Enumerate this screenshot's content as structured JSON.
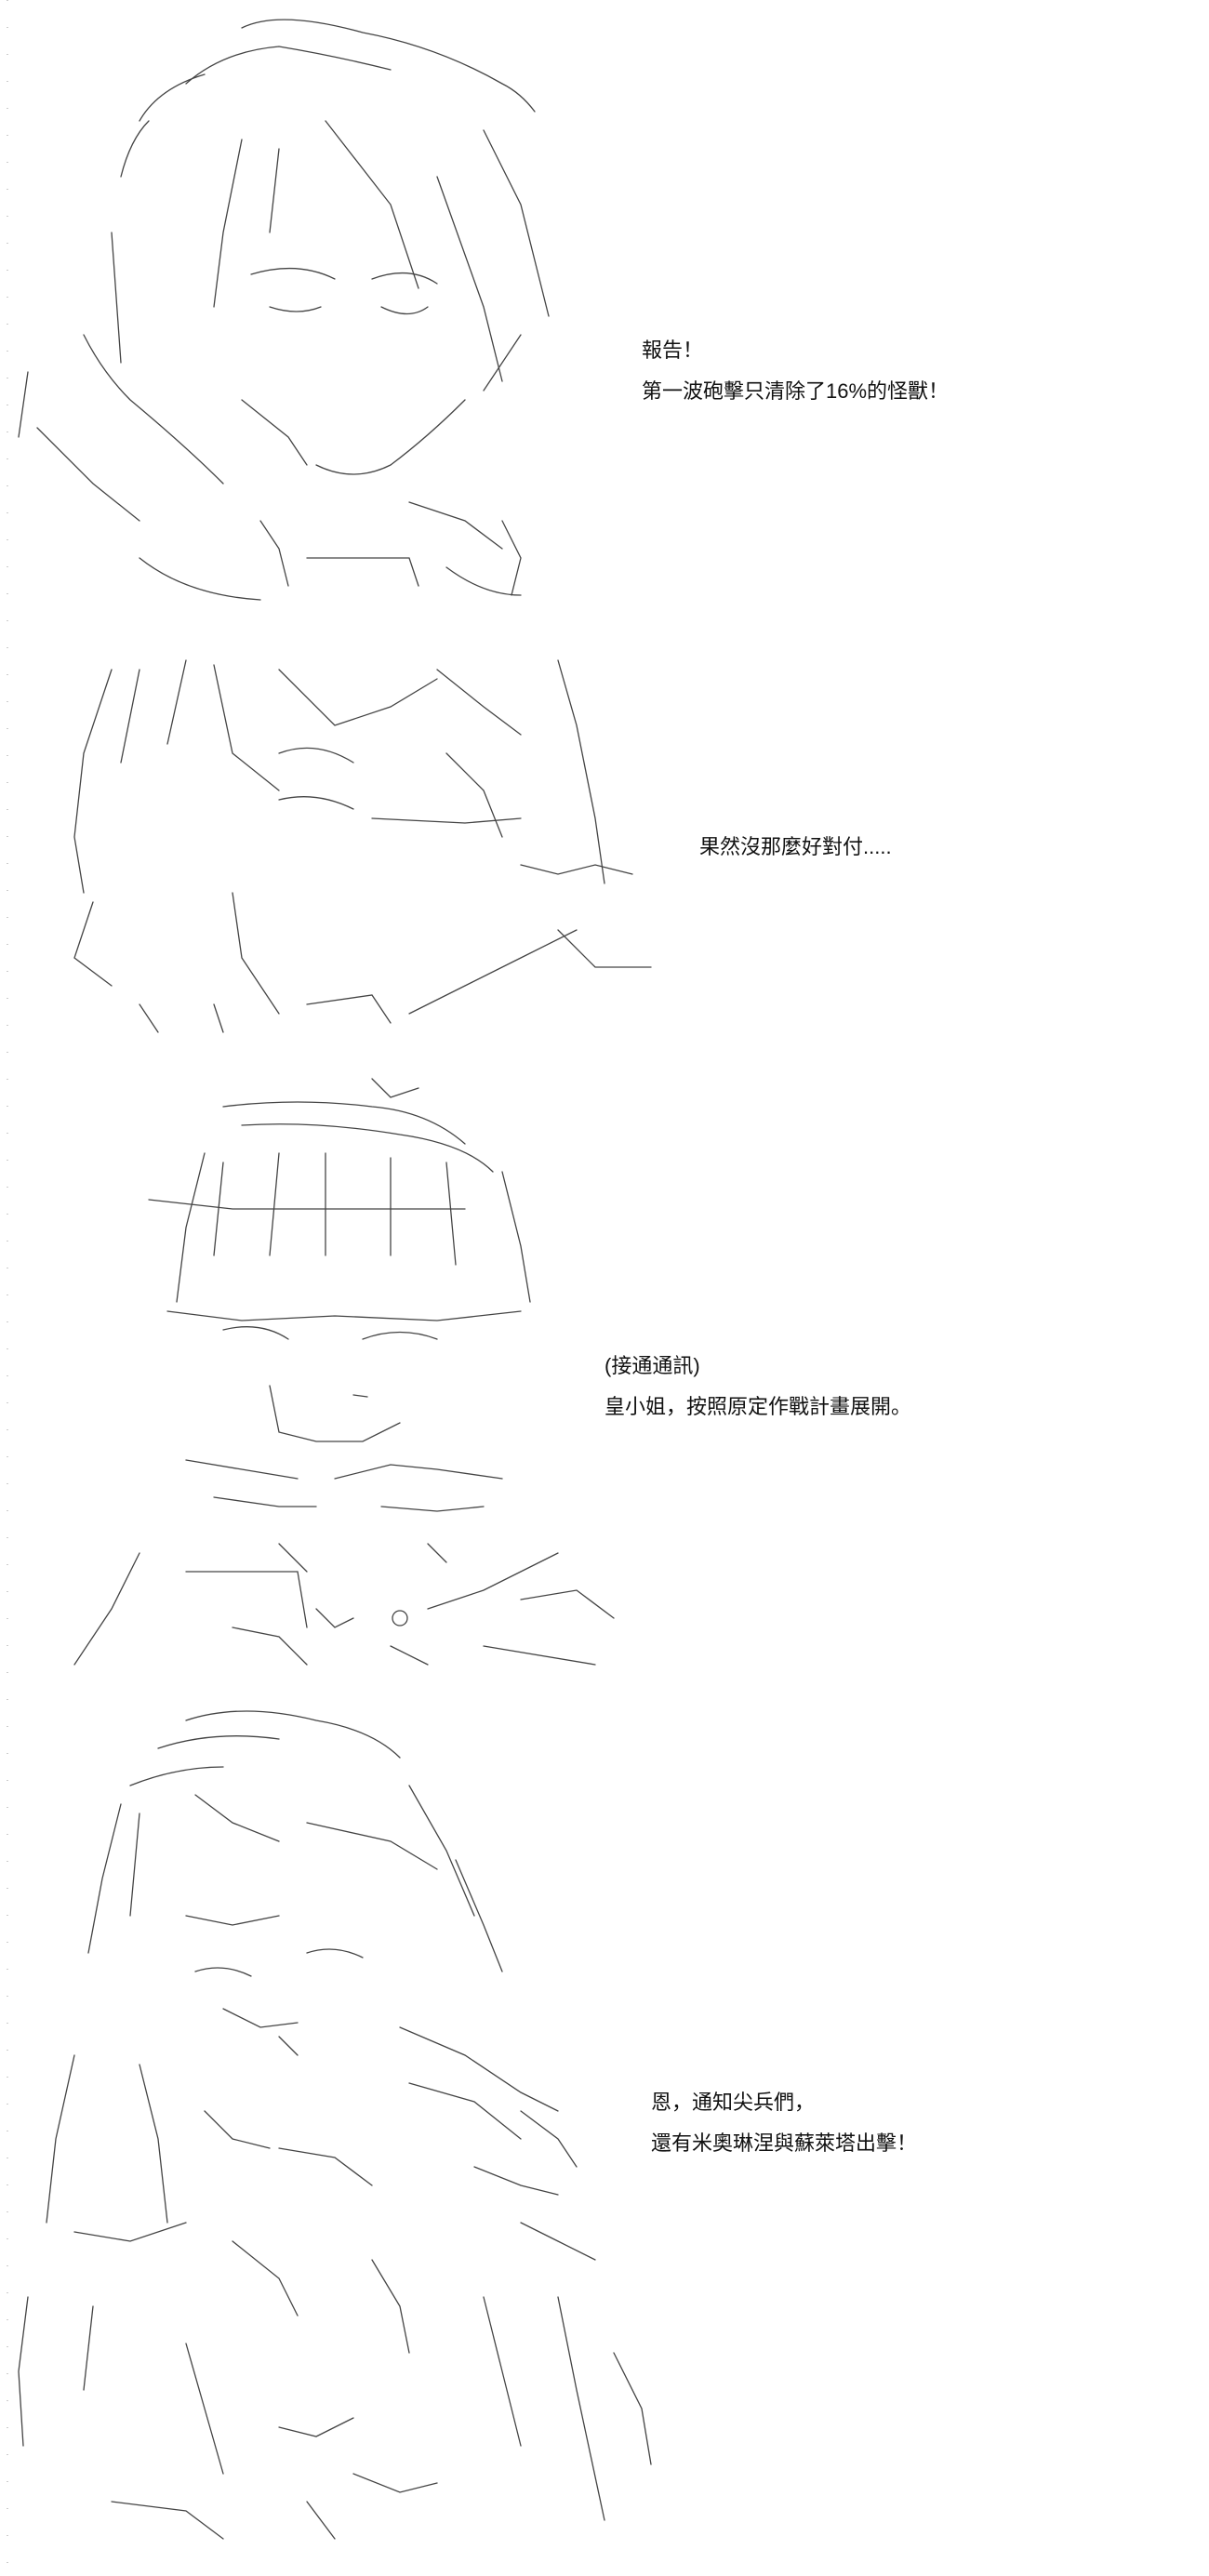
{
  "panels": [
    {
      "lines": [
        "報告！",
        "第一波砲擊只清除了16%的怪獸！"
      ]
    },
    {
      "lines": [
        "果然沒那麼好對付....."
      ]
    },
    {
      "lines": [
        "(接通通訊)",
        "皇小姐，按照原定作戰計畫展開。"
      ]
    },
    {
      "lines": [
        "恩，通知尖兵們，",
        "還有米奧琳涅與蘇萊塔出擊！"
      ]
    }
  ]
}
